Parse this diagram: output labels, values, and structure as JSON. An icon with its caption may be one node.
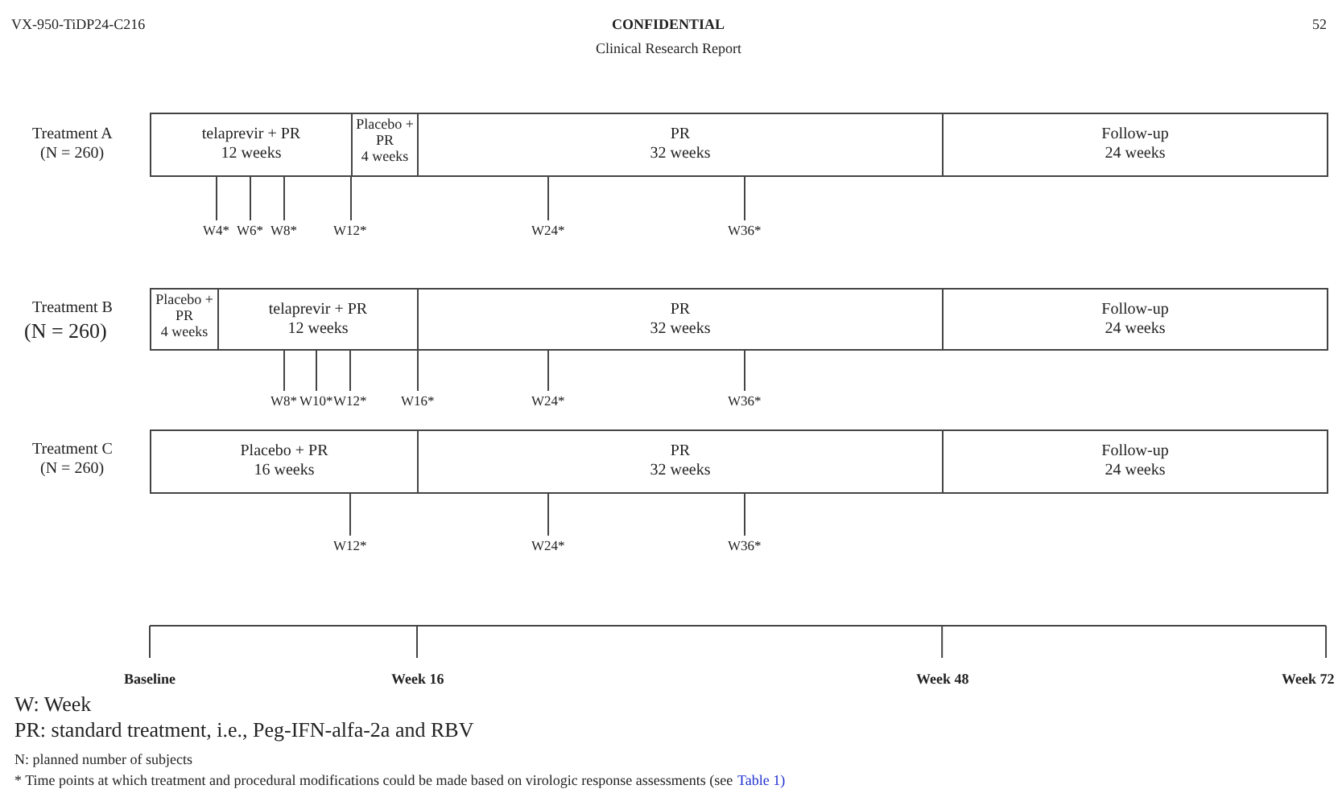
{
  "diagram": {
    "nodes": [
      {
        "text": [
          "telaprevir + PR",
          "12 weeks"
        ]
      },
      {
        "text": [
          "Placebo + PR",
          "4 weeks"
        ]
      },
      {
        "text": [
          "PR",
          "32 weeks"
        ]
      },
      {
        "text": [
          "Follow-up",
          "24 weeks"
        ]
      },
      {
        "text": [
          "W4*"
        ]
      },
      {
        "text": [
          "W6*"
        ]
      },
      {
        "text": [
          "W8*"
        ]
      },
      {
        "text": [
          "W12*"
        ]
      },
      {
        "text": [
          "W24*"
        ]
      },
      {
        "text": [
          "W36*"
        ]
      },
      {
        "text": [
          "Placebo + PR",
          "4 weeks"
        ]
      },
      {
        "text": [
          "telaprevir + PR",
          "12 weeks"
        ]
      },
      {
        "text": [
          "PR",
          "32 weeks"
        ]
      },
      {
        "text": [
          "Follow-up",
          "24 weeks"
        ]
      },
      {
        "text": [
          "W8*"
        ]
      },
      {
        "text": [
          "W10*"
        ]
      },
      {
        "text": [
          "W12*"
        ]
      },
      {
        "text": [
          "W16*"
        ]
      },
      {
        "text": [
          "W24*"
        ]
      },
      {
        "text": [
          "W36*"
        ]
      },
      {
        "text": [
          "Placebo + PR",
          "16 weeks"
        ]
      },
      {
        "text": [
          "PR",
          "32 weeks"
        ]
      },
      {
        "text": [
          "Follow-up",
          "24 weeks"
        ]
      },
      {
        "text": [
          "W12*"
        ]
      },
      {
        "text": [
          "W24*"
        ]
      },
      {
        "text": [
          "W36*"
        ]
      }
    ],
    "edges": [
      {
        "from": 0,
        "to": 4,
        "arrow": "none"
      },
      {
        "from": 0,
        "to": 5,
        "arrow": "none"
      },
      {
        "from": 0,
        "to": 6,
        "arrow": "none"
      },
      {
        "from": 1,
        "to": 7,
        "arrow": "none"
      },
      {
        "from": 2,
        "to": 8,
        "arrow": "none"
      },
      {
        "from": 2,
        "to": 9,
        "arrow": "none"
      },
      {
        "from": 11,
        "to": 14,
        "arrow": "none"
      },
      {
        "from": 11,
        "to": 15,
        "arrow": "none"
      },
      {
        "from": 11,
        "to": 16,
        "arrow": "none"
      },
      {
        "from": 12,
        "to": 17,
        "arrow": "none"
      },
      {
        "from": 12,
        "to": 18,
        "arrow": "none"
      },
      {
        "from": 12,
        "to": 19,
        "arrow": "none"
      },
      {
        "from": 20,
        "to": 23,
        "arrow": "none"
      },
      {
        "from": 21,
        "to": 24,
        "arrow": "none"
      },
      {
        "from": 21,
        "to": 25,
        "arrow": "none"
      }
    ],
    "labels": [
      "VX-950-TiDP24-C216",
      "CONFIDENTIAL",
      "Clinical Research Report",
      "52",
      "Treatment A",
      "(N = 260)",
      "Treatment B",
      "(N = 260)",
      "Treatment C",
      "(N = 260)",
      "Baseline",
      "Week 16",
      "Week 48",
      "Week 72",
      "W: Week",
      "PR: standard treatment, i.e., Peg-IFN-alfa-2a and RBV",
      "N: planned number of subjects",
      "* Time points at which treatment and procedural modifications could be made based on virologic response assessments (see",
      "Table 1)"
    ]
  }
}
